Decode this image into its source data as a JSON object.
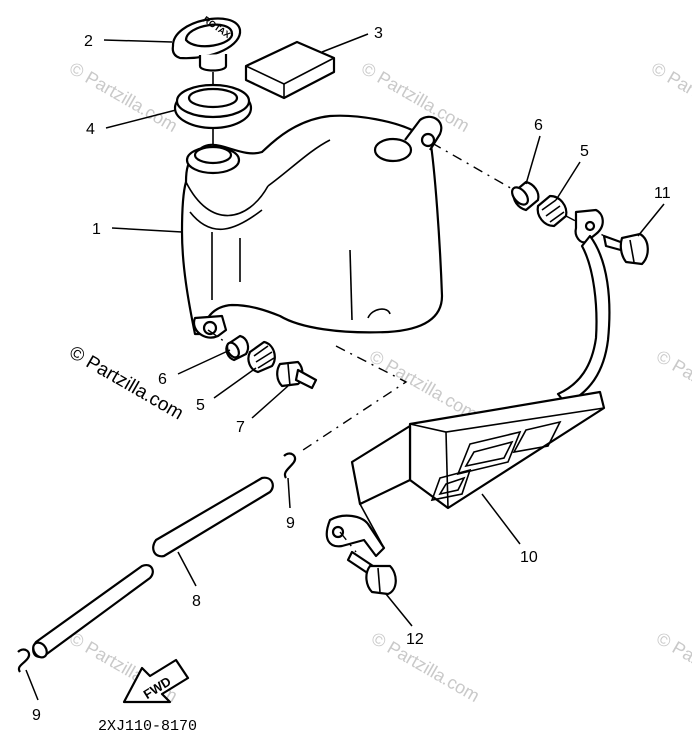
{
  "watermark": "© Partzilla.com",
  "figure_code": "2XJ110-8170",
  "direction_label": "FWD",
  "cap_text": "ROTAX",
  "callouts": {
    "c1": "1",
    "c2": "2",
    "c3": "3",
    "c4": "4",
    "c5a": "5",
    "c5b": "5",
    "c6a": "6",
    "c6b": "6",
    "c7": "7",
    "c8": "8",
    "c9a": "9",
    "c9b": "9",
    "c10": "10",
    "c11": "11",
    "c12": "12"
  }
}
